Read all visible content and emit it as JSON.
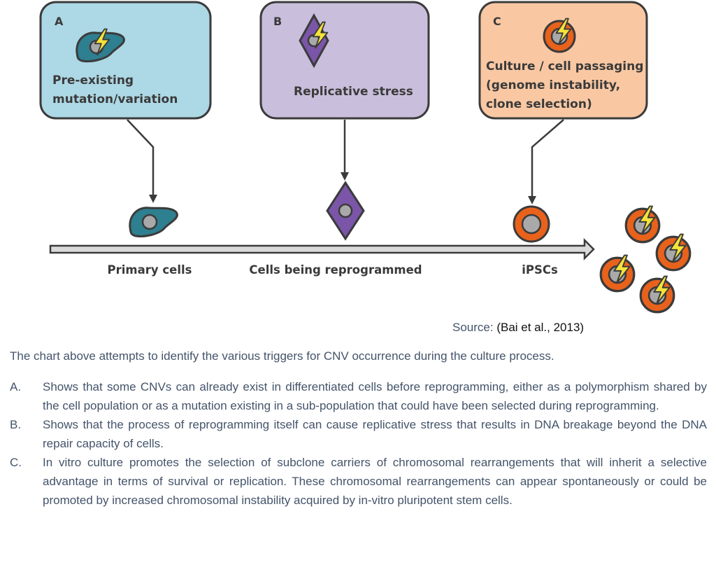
{
  "boxes": [
    {
      "letter": "A",
      "lines": [
        "Pre-existing",
        "mutation/variation"
      ],
      "fill": "#add8e6",
      "cell": "flat-cell-icon"
    },
    {
      "letter": "B",
      "lines": [
        "Replicative stress"
      ],
      "fill": "#c9bfdc",
      "cell": "diamond-cell-icon"
    },
    {
      "letter": "C",
      "lines": [
        "Culture / cell passaging",
        "(genome instability,",
        "clone selection)"
      ],
      "fill": "#f9c8a3",
      "cell": "round-cell-icon"
    }
  ],
  "timeline": {
    "stages": [
      "Primary cells",
      "Cells being reprogrammed",
      "iPSCs"
    ]
  },
  "colors": {
    "flat_cell": "#2e7f8f",
    "diamond_cell": "#7a55a8",
    "round_cell": "#e8621c",
    "nucleus": "#a9a9a9",
    "lightning": "#f5e33a",
    "outline": "#3b3b3b",
    "arrow_body": "#dadada"
  },
  "source": {
    "label": "Source:",
    "reference": "(Bai et al., 2013)"
  },
  "intro": "The chart above attempts to identify the various triggers for CNV occurrence during the culture process.",
  "notes": [
    {
      "marker": "A.",
      "text": "Shows that some CNVs can already exist in differentiated cells before reprogramming, either as a polymorphism shared by the cell population or as a mutation existing in a sub-population that could have been selected during reprogramming."
    },
    {
      "marker": "B.",
      "text": "Shows that the process of reprogramming itself can cause replicative stress that results in DNA breakage beyond the DNA repair capacity of cells."
    },
    {
      "marker": "C.",
      "text": "In vitro culture promotes the selection of subclone carriers of chromosomal rearrangements that will inherit a selective advantage in terms of survival or replication. These chromosomal rearrangements can appear spontaneously or could be promoted by increased chromosomal instability acquired by in-vitro pluripotent stem cells."
    }
  ]
}
